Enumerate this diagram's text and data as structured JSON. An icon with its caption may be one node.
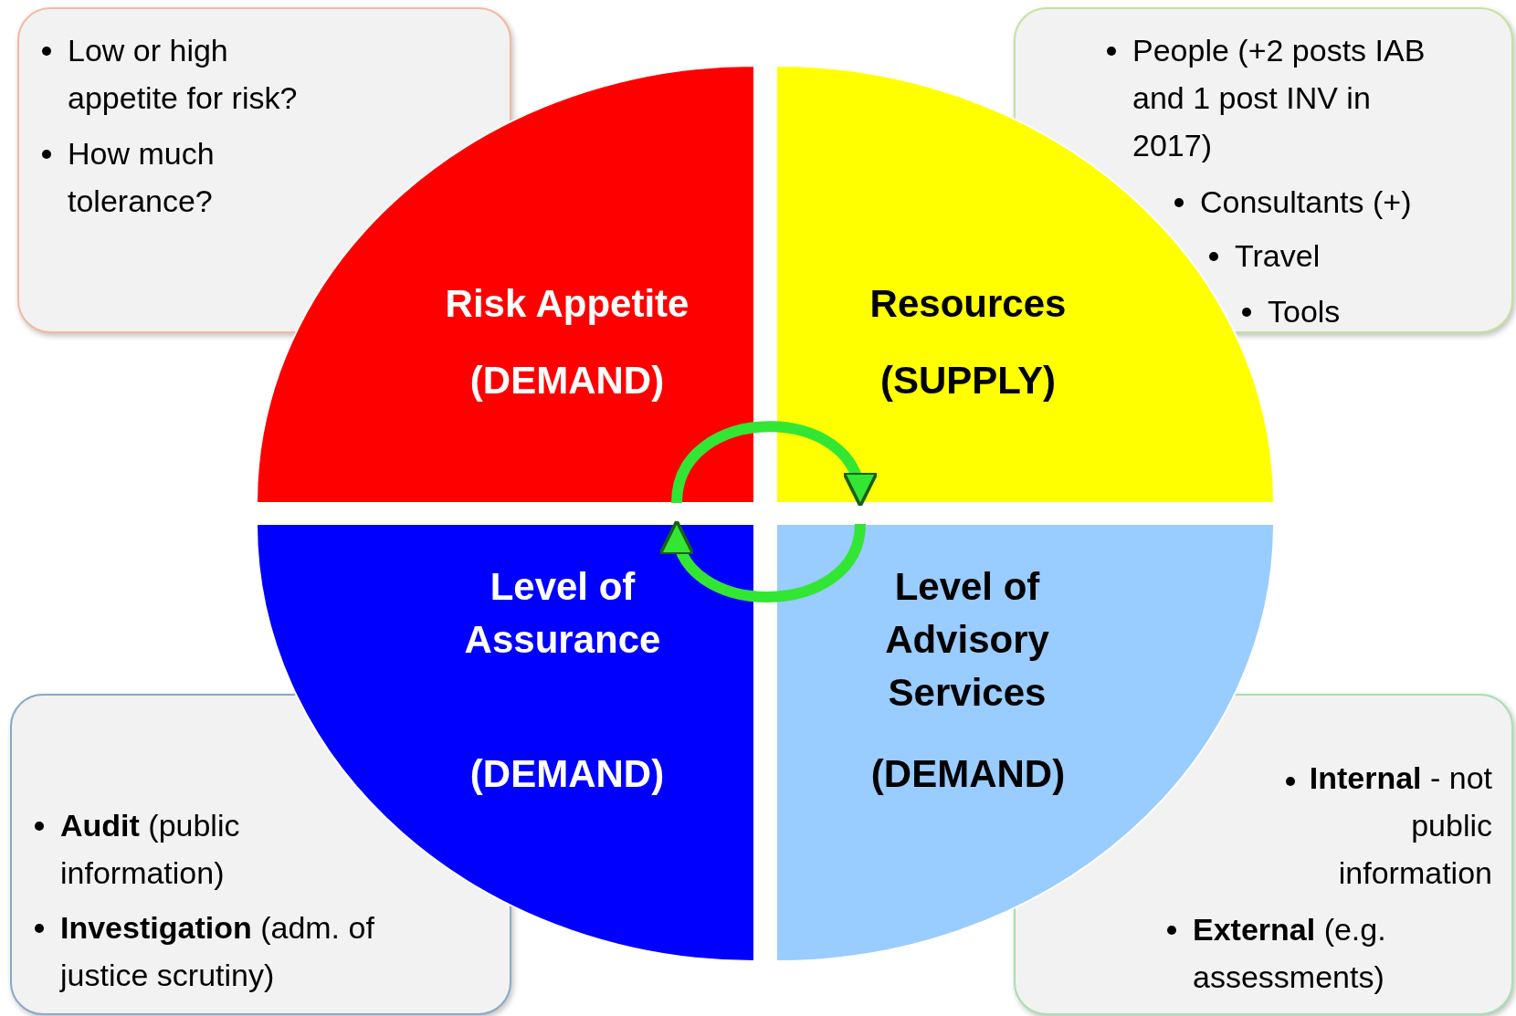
{
  "diagram": {
    "nodes": [
      {
        "text": [
          "Low or high appetite for risk?",
          "How much tolerance?"
        ]
      },
      {
        "text": [
          "People (+2 posts IAB and 1 post INV in 2017)",
          "Consultants (+)",
          "Travel",
          "Tools"
        ]
      },
      {
        "text": [
          "Risk Appetite",
          "(DEMAND)"
        ]
      },
      {
        "text": [
          "Resources",
          "(SUPPLY)"
        ]
      },
      {
        "text": [
          "Level of Assurance",
          "(DEMAND)"
        ]
      },
      {
        "text": [
          "Level of Advisory Services",
          "(DEMAND)"
        ]
      },
      {
        "text": [
          "**Audit** (public information)",
          "**Investigation** (adm. of justice scrutiny)"
        ]
      },
      {
        "text": [
          "**Internal** - not public information",
          "**External** (e.g. assessments)"
        ]
      }
    ],
    "edges": [
      {
        "from": 2,
        "to": 3,
        "arrow": "to"
      },
      {
        "from": 5,
        "to": 4,
        "arrow": "to"
      }
    ]
  }
}
